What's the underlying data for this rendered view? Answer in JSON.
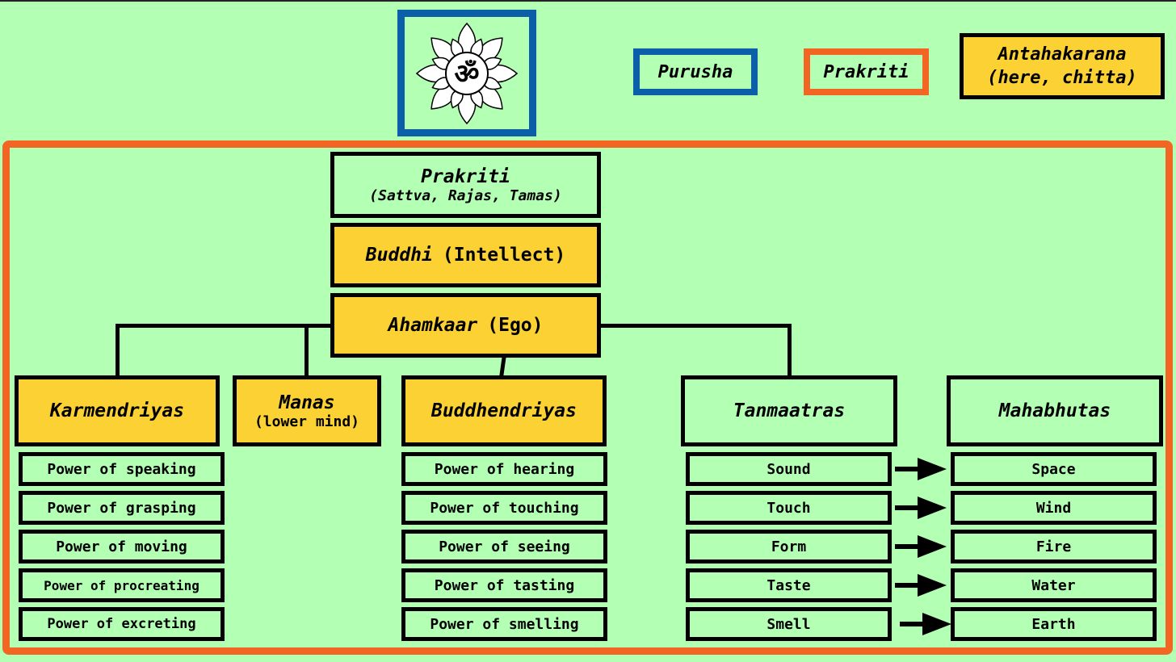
{
  "legend": {
    "purusha": "Purusha",
    "prakriti": "Prakriti",
    "antahakarana_line1": "Antahakarana",
    "antahakarana_line2": "(here, chitta)"
  },
  "colors": {
    "background": "#b3ffb3",
    "purusha_border": "#0b5ea8",
    "prakriti_border": "#f26522",
    "antahakarana_fill": "#fcd133"
  },
  "icons": {
    "om_symbol": "lotus-om-icon"
  },
  "nodes": {
    "prakriti_title": "Prakriti",
    "prakriti_gunas": "(Sattva, Rajas, Tamas)",
    "buddhi_name": "Buddhi",
    "buddhi_gloss": "(Intellect)",
    "ahamkaar_name": "Ahamkaar",
    "ahamkaar_gloss": "(Ego)",
    "karmendriyas": "Karmendriyas",
    "manas_name": "Manas",
    "manas_gloss": "(lower mind)",
    "buddhendriyas": "Buddhendriyas",
    "tanmaatras": "Tanmaatras",
    "mahabhutas": "Mahabhutas"
  },
  "karmendriyas_list": [
    "Power of speaking",
    "Power of grasping",
    "Power of moving",
    "Power of procreating",
    "Power of excreting"
  ],
  "buddhendriyas_list": [
    "Power of hearing",
    "Power of touching",
    "Power of seeing",
    "Power of tasting",
    "Power of smelling"
  ],
  "tanmaatras_list": [
    "Sound",
    "Touch",
    "Form",
    "Taste",
    "Smell"
  ],
  "mahabhutas_list": [
    "Space",
    "Wind",
    "Fire",
    "Water",
    "Earth"
  ]
}
